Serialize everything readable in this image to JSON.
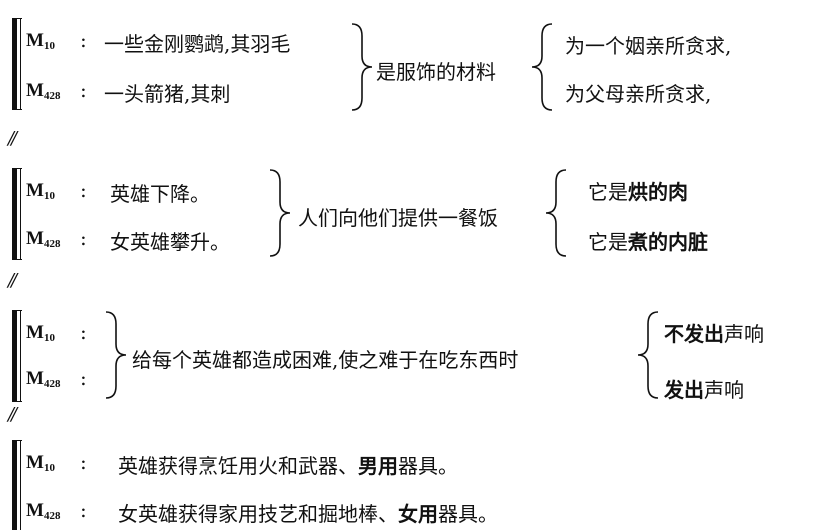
{
  "blocks": [
    {
      "rows": [
        {
          "code": "M",
          "sub": "10",
          "colon": ":",
          "text": "一些金刚鹦鹉,其羽毛"
        },
        {
          "code": "M",
          "sub": "428",
          "colon": ":",
          "text": "一头箭猪,其刺"
        }
      ],
      "middle": "是服饰的材料",
      "right": [
        "为一个姻亲所贪求,",
        "为父母亲所贪求,"
      ]
    },
    {
      "rows": [
        {
          "code": "M",
          "sub": "10",
          "colon": ":",
          "text": "英雄下降。"
        },
        {
          "code": "M",
          "sub": "428",
          "colon": ":",
          "text": "女英雄攀升。"
        }
      ],
      "middle": "人们向他们提供一餐饭",
      "right": [
        {
          "pre": "它是",
          "bold": "烘的肉"
        },
        {
          "pre": "它是",
          "bold": "煮的内脏"
        }
      ]
    },
    {
      "rows": [
        {
          "code": "M",
          "sub": "10",
          "colon": ":"
        },
        {
          "code": "M",
          "sub": "428",
          "colon": ":"
        }
      ],
      "middle": "给每个英雄都造成困难,使之难于在吃东西时",
      "right": [
        {
          "bold": "不发出",
          "post": "声响"
        },
        {
          "bold": "发出",
          "post": "声响"
        }
      ]
    },
    {
      "rows": [
        {
          "code": "M",
          "sub": "10",
          "colon": ":",
          "text": "英雄获得烹饪用火和武器、",
          "bold": "男用",
          "post": "器具。"
        },
        {
          "code": "M",
          "sub": "428",
          "colon": ":",
          "text": "女英雄获得家用技艺和掘地棒、",
          "bold": "女用",
          "post": "器具。"
        }
      ]
    }
  ],
  "separators": [
    "//",
    "//",
    "//"
  ]
}
